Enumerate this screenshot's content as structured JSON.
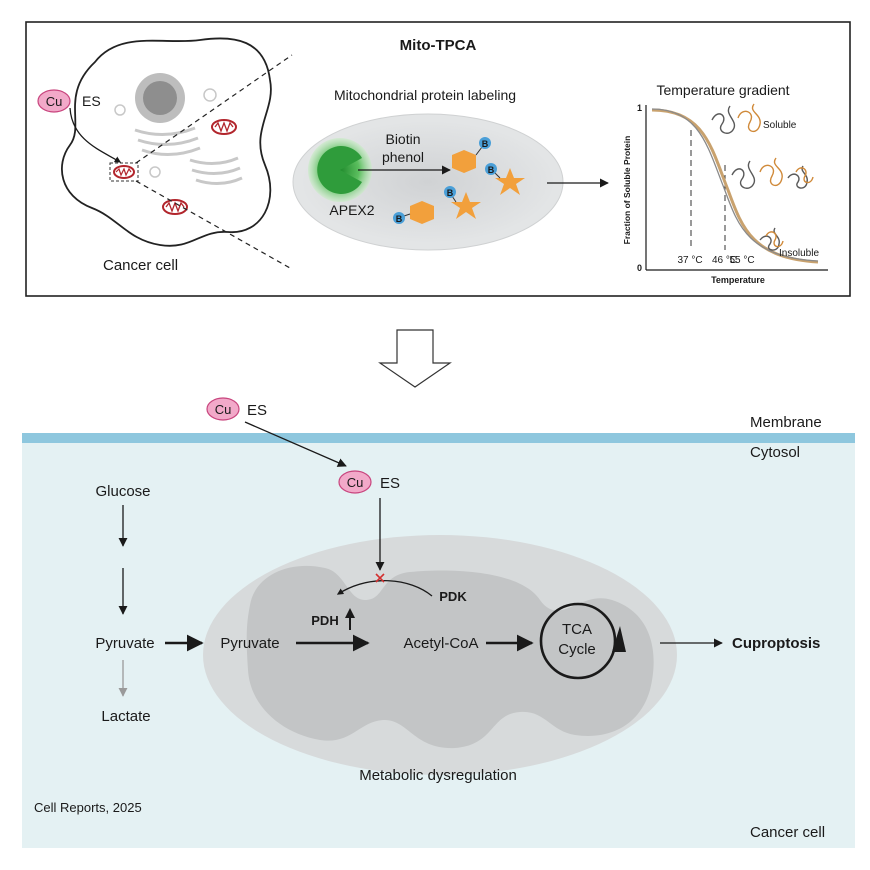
{
  "top_panel": {
    "title": "Mito-TPCA",
    "cell": {
      "cu_label": "Cu",
      "es_label": "ES",
      "cell_label": "Cancer cell"
    },
    "labeling": {
      "title": "Mitochondrial protein labeling",
      "reagent_line1": "Biotin",
      "reagent_line2": "phenol",
      "enzyme_label": "APEX2",
      "biotin_letter": "B"
    },
    "thermal": {
      "title": "Temperature gradient",
      "ylabel": "Fraction of Soluble Protein",
      "xlabel": "Temperature",
      "y_top_tick": "1",
      "y_bottom_tick": "0",
      "temps": [
        "37 °C",
        "46 °C",
        "55 °C"
      ],
      "soluble_label": "Soluble",
      "insoluble_label": "Insoluble"
    }
  },
  "bottom_panel": {
    "cu_label": "Cu",
    "es_label": "ES",
    "membrane_label": "Membrane",
    "cytosol_label": "Cytosol",
    "glucose_label": "Glucose",
    "pyruvate_cytosol_label": "Pyruvate",
    "lactate_label": "Lactate",
    "pyruvate_mito_label": "Pyruvate",
    "pdh_label": "PDH",
    "pdk_label": "PDK",
    "acetyl_coa_label": "Acetyl-CoA",
    "tca_line1": "TCA",
    "tca_line2": "Cycle",
    "cuproptosis_label": "Cuproptosis",
    "dysregulation_label": "Metabolic dysregulation",
    "citation": "Cell Reports, 2025",
    "cancer_cell_label": "Cancer cell"
  },
  "colors": {
    "cu_fill": "#f2a9c9",
    "cu_stroke": "#c8457e",
    "cytosol_bg": "#e4f1f3",
    "membrane": "#8ec7de",
    "mito_outer": "#dcdfe0",
    "mito_inner": "#c2c4c5",
    "apex_green": "#4caf50",
    "hexagon_orange": "#f2a03c",
    "biotin_blue": "#4a9fd8",
    "curve_tan": "#c9a26e"
  }
}
